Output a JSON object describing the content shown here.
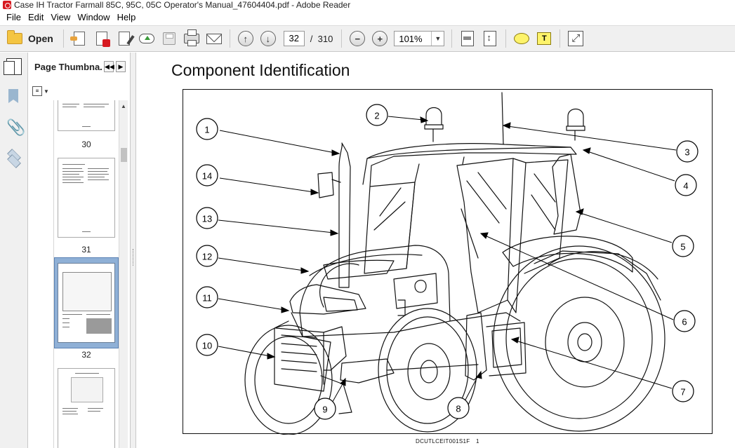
{
  "window": {
    "title": "Case IH Tractor Farmall 85C, 95C, 05C Operator's Manual_47604404.pdf - Adobe Reader"
  },
  "menu": [
    "File",
    "Edit",
    "View",
    "Window",
    "Help"
  ],
  "toolbar": {
    "open_label": "Open",
    "current_page": "32",
    "page_separator": "/",
    "total_pages": "310",
    "zoom": "101%"
  },
  "thumbnails": {
    "panel_title": "Page Thumbna...",
    "pages": [
      "30",
      "31",
      "32"
    ],
    "selected": "32"
  },
  "document": {
    "heading": "Component Identification",
    "figure_ref": "DCUTLCEIT001S1F",
    "figure_index": "1",
    "callouts": [
      "1",
      "2",
      "3",
      "4",
      "5",
      "6",
      "7",
      "8",
      "9",
      "10",
      "11",
      "12",
      "13",
      "14"
    ]
  },
  "colors": {
    "toolbar_bg": "#f0f0f0",
    "thumb_selected": "#8fb0d6",
    "pdf_red": "#d71920"
  }
}
